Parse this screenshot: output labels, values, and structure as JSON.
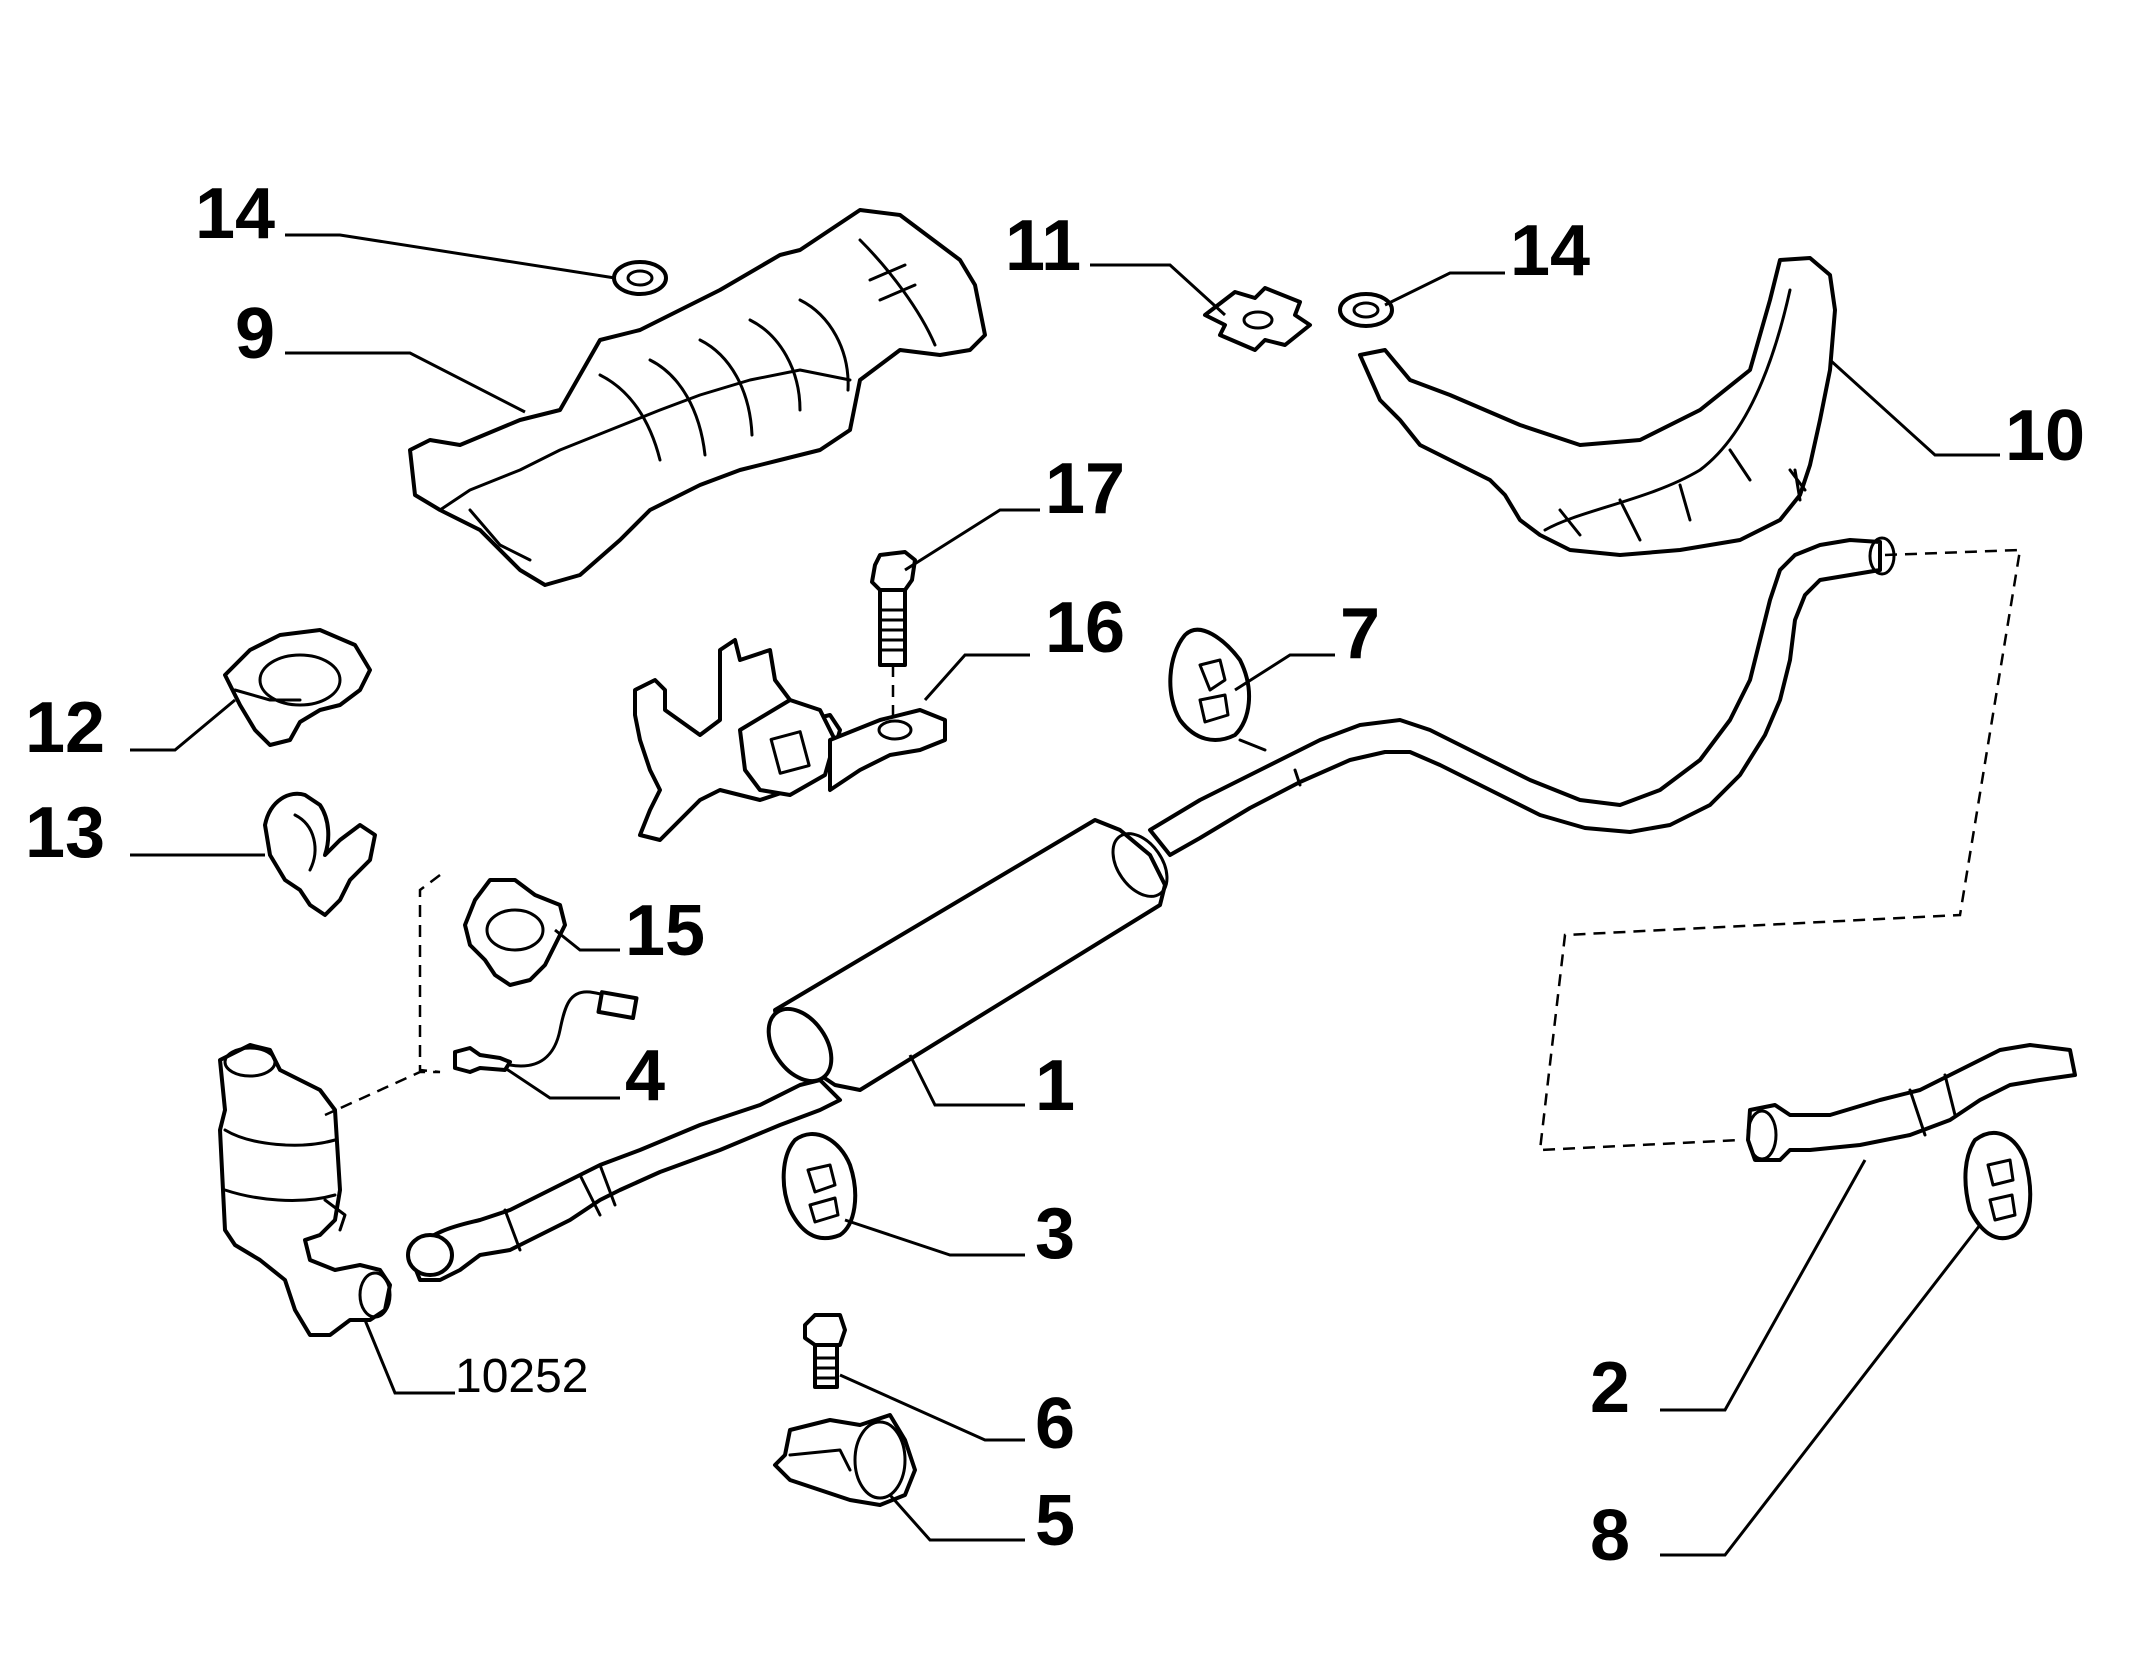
{
  "callouts": {
    "c1": "1",
    "c2": "2",
    "c3": "3",
    "c4": "4",
    "c5": "5",
    "c6": "6",
    "c7": "7",
    "c8": "8",
    "c9": "9",
    "c10": "10",
    "c11": "11",
    "c12": "12",
    "c13": "13",
    "c14a": "14",
    "c14b": "14",
    "c15": "15",
    "c16": "16",
    "c17": "17"
  },
  "reference_code": "10252"
}
